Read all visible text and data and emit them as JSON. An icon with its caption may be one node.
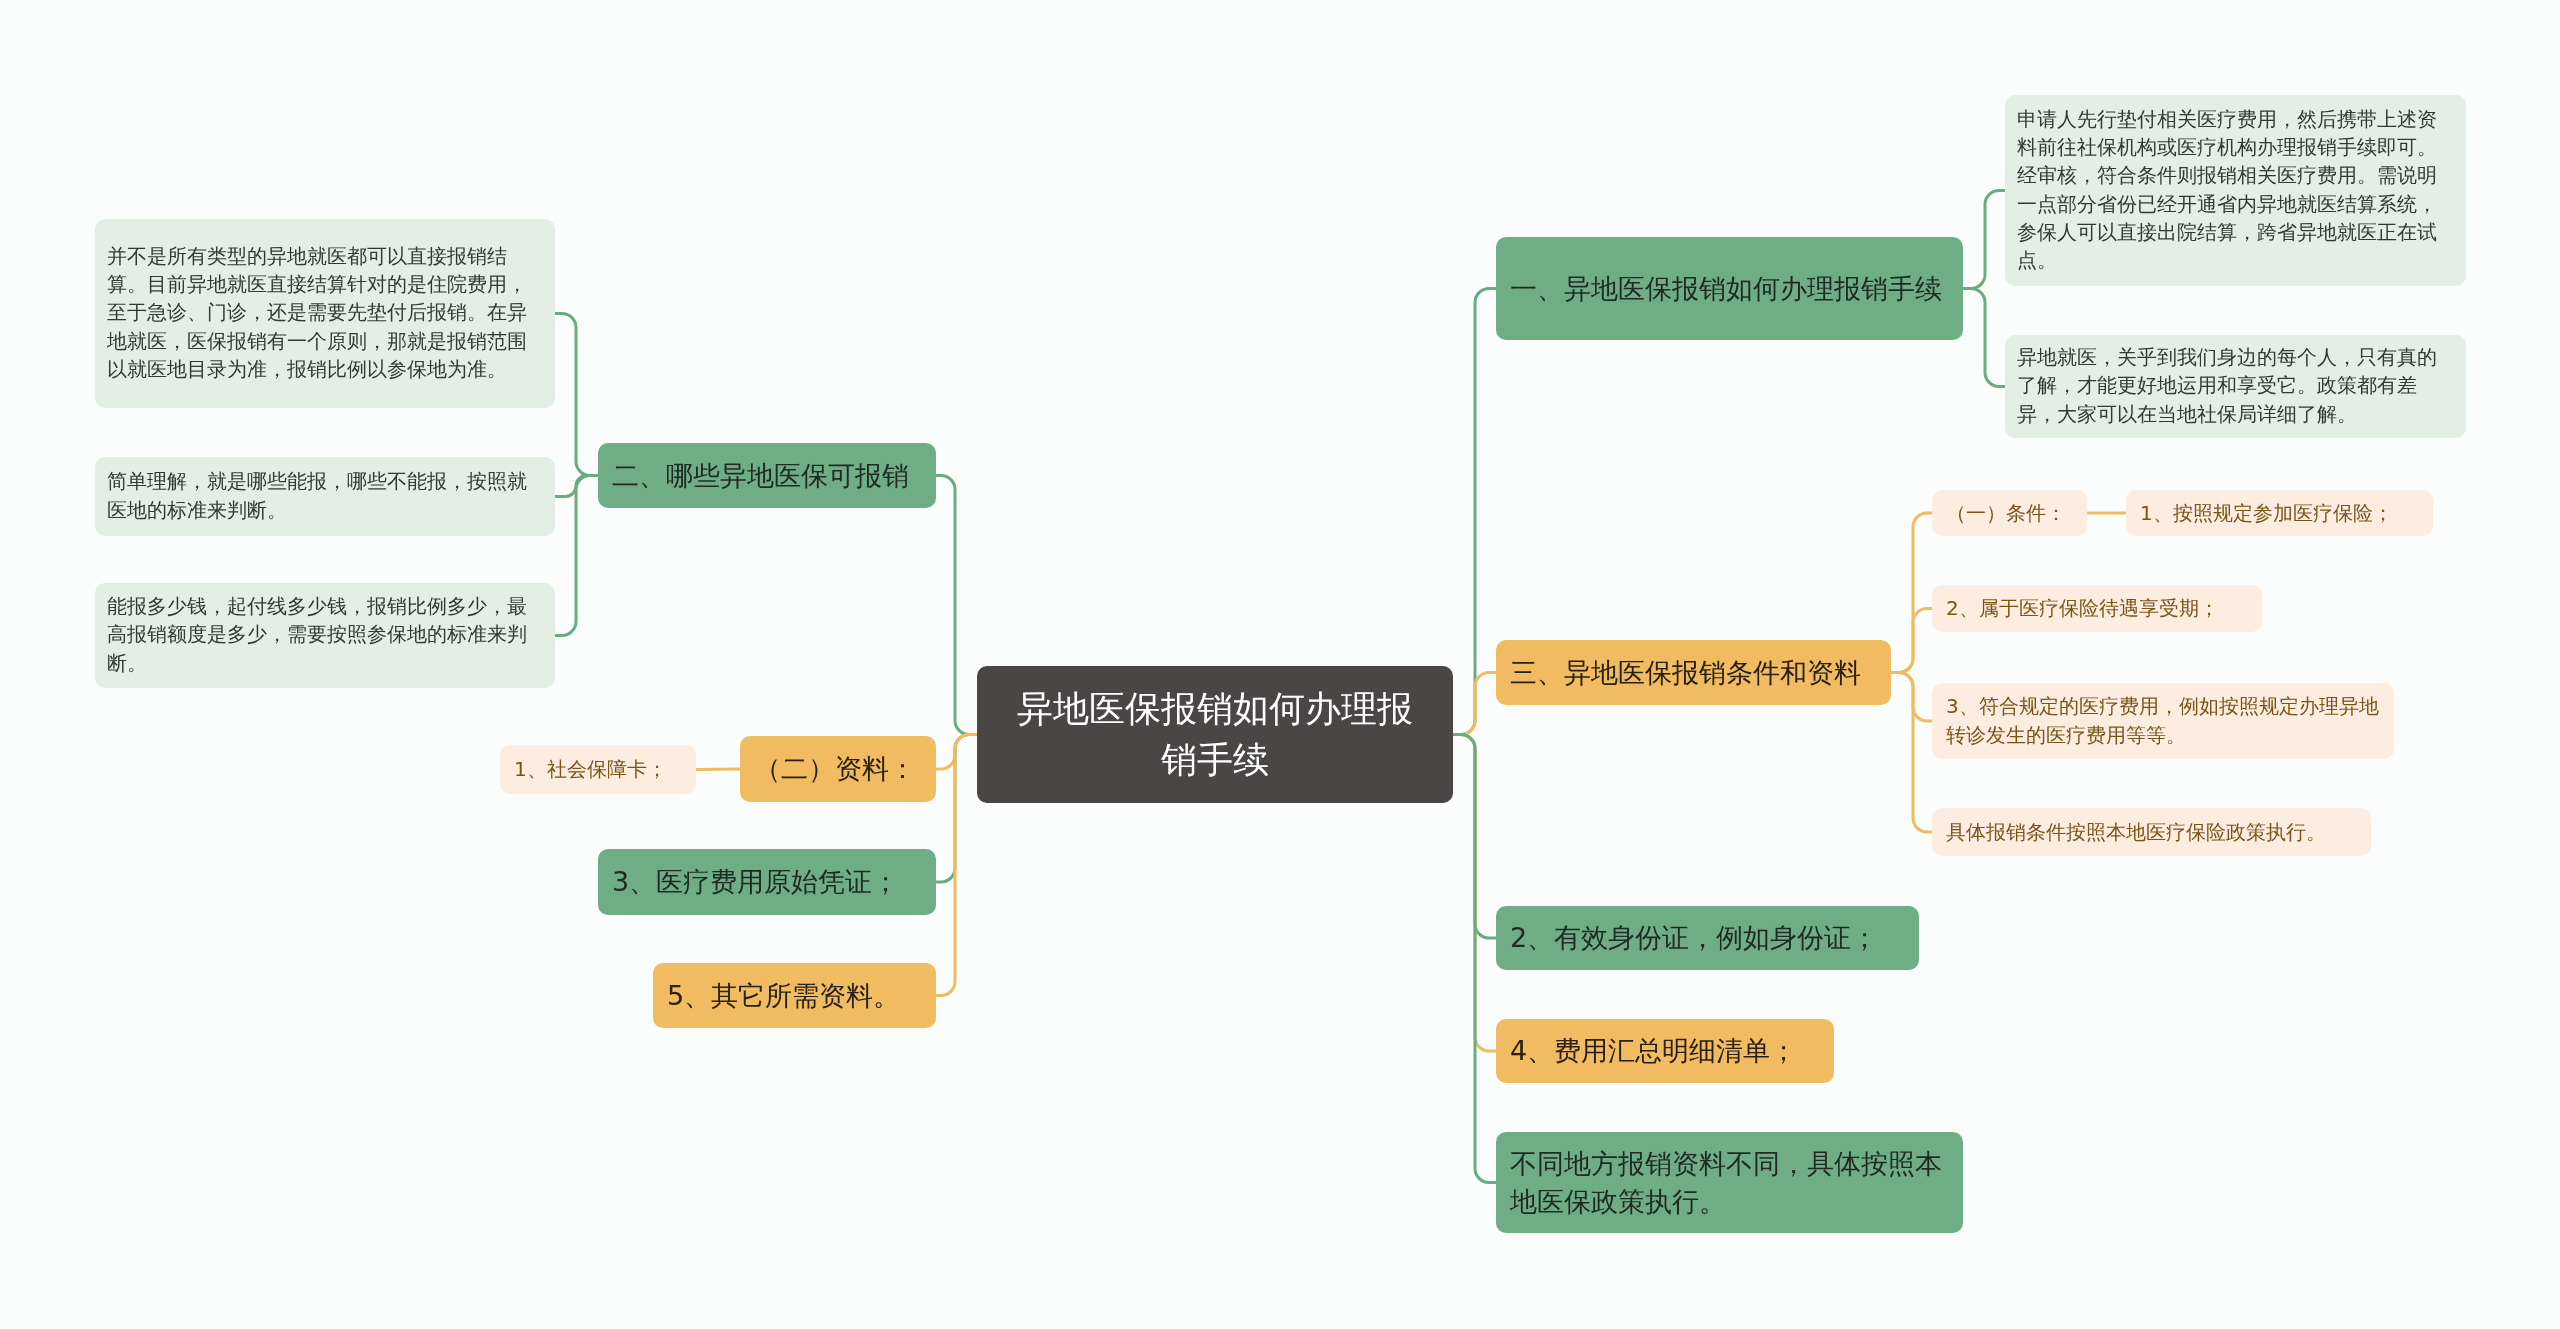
{
  "diagram": {
    "nodes": [
      {
        "text": [
          "异地医保报销如何办理报销手续"
        ]
      },
      {
        "text": [
          "一、异地医保报销如何办理报销手续"
        ]
      },
      {
        "text": [
          "申请人先行垫付相关医疗费用，然后携带上述资料前往社保机构或医疗机构办理报销手续即可。经审核，符合条件则报销相关医疗费用。需说明一点部分省份已经开通省内异地就医结算系统，参保人可以直接出院结算，跨省异地就医正在试点。"
        ]
      },
      {
        "text": [
          "异地就医，关乎到我们身边的每个人，只有真的了解，才能更好地运用和享受它。政策都有差异，大家可以在当地社保局详细了解。"
        ]
      },
      {
        "text": [
          "三、异地医保报销条件和资料"
        ]
      },
      {
        "text": [
          "（一）条件："
        ]
      },
      {
        "text": [
          "1、按照规定参加医疗保险；"
        ]
      },
      {
        "text": [
          "2、属于医疗保险待遇享受期；"
        ]
      },
      {
        "text": [
          "3、符合规定的医疗费用，例如按照规定办理异地转诊发生的医疗费用等等。"
        ]
      },
      {
        "text": [
          "具体报销条件按照本地医疗保险政策执行。"
        ]
      },
      {
        "text": [
          "2、有效身份证，例如身份证；"
        ]
      },
      {
        "text": [
          "4、费用汇总明细清单；"
        ]
      },
      {
        "text": [
          "不同地方报销资料不同，具体按照本地医保政策执行。"
        ]
      },
      {
        "text": [
          "二、哪些异地医保可报销"
        ]
      },
      {
        "text": [
          "并不是所有类型的异地就医都可以直接报销结算。目前异地就医直接结算针对的是住院费用，至于急诊、门诊，还是需要先垫付后报销。在异地就医，医保报销有一个原则，那就是报销范围以就医地目录为准，报销比例以参保地为准。"
        ]
      },
      {
        "text": [
          "简单理解，就是哪些能报，哪些不能报，按照就医地的标准来判断。"
        ]
      },
      {
        "text": [
          "能报多少钱，起付线多少钱，报销比例多少，最高报销额度是多少，需要按照参保地的标准来判断。"
        ]
      },
      {
        "text": [
          "（二）资料："
        ]
      },
      {
        "text": [
          "1、社会保障卡；"
        ]
      },
      {
        "text": [
          "3、医疗费用原始凭证；"
        ]
      },
      {
        "text": [
          "5、其它所需资料。"
        ]
      }
    ],
    "edges": [
      {
        "from": 0,
        "to": 1,
        "arrow": "none"
      },
      {
        "from": 1,
        "to": 2,
        "arrow": "none"
      },
      {
        "from": 1,
        "to": 3,
        "arrow": "none"
      },
      {
        "from": 0,
        "to": 4,
        "arrow": "none",
        "color": "#f0bc62"
      },
      {
        "from": 4,
        "to": 5,
        "arrow": "none",
        "color": "#f0bc62"
      },
      {
        "from": 5,
        "to": 6,
        "arrow": "none",
        "color": "#f0bc62"
      },
      {
        "from": 4,
        "to": 7,
        "arrow": "none",
        "color": "#f0bc62"
      },
      {
        "from": 4,
        "to": 8,
        "arrow": "none",
        "color": "#f0bc62"
      },
      {
        "from": 4,
        "to": 9,
        "arrow": "none",
        "color": "#f0bc62"
      },
      {
        "from": 0,
        "to": 10,
        "arrow": "none"
      },
      {
        "from": 0,
        "to": 11,
        "arrow": "none",
        "color": "#f0bc62"
      },
      {
        "from": 0,
        "to": 12,
        "arrow": "none"
      },
      {
        "from": 0,
        "to": 13,
        "arrow": "none"
      },
      {
        "from": 13,
        "to": 14,
        "arrow": "none"
      },
      {
        "from": 13,
        "to": 15,
        "arrow": "none"
      },
      {
        "from": 13,
        "to": 16,
        "arrow": "none"
      },
      {
        "from": 0,
        "to": 17,
        "arrow": "none",
        "color": "#f0bc62"
      },
      {
        "from": 17,
        "to": 18,
        "arrow": "none",
        "color": "#f0bc62"
      },
      {
        "from": 0,
        "to": 19,
        "arrow": "none"
      },
      {
        "from": 0,
        "to": 20,
        "arrow": "none",
        "color": "#f0bc62"
      }
    ]
  }
}
